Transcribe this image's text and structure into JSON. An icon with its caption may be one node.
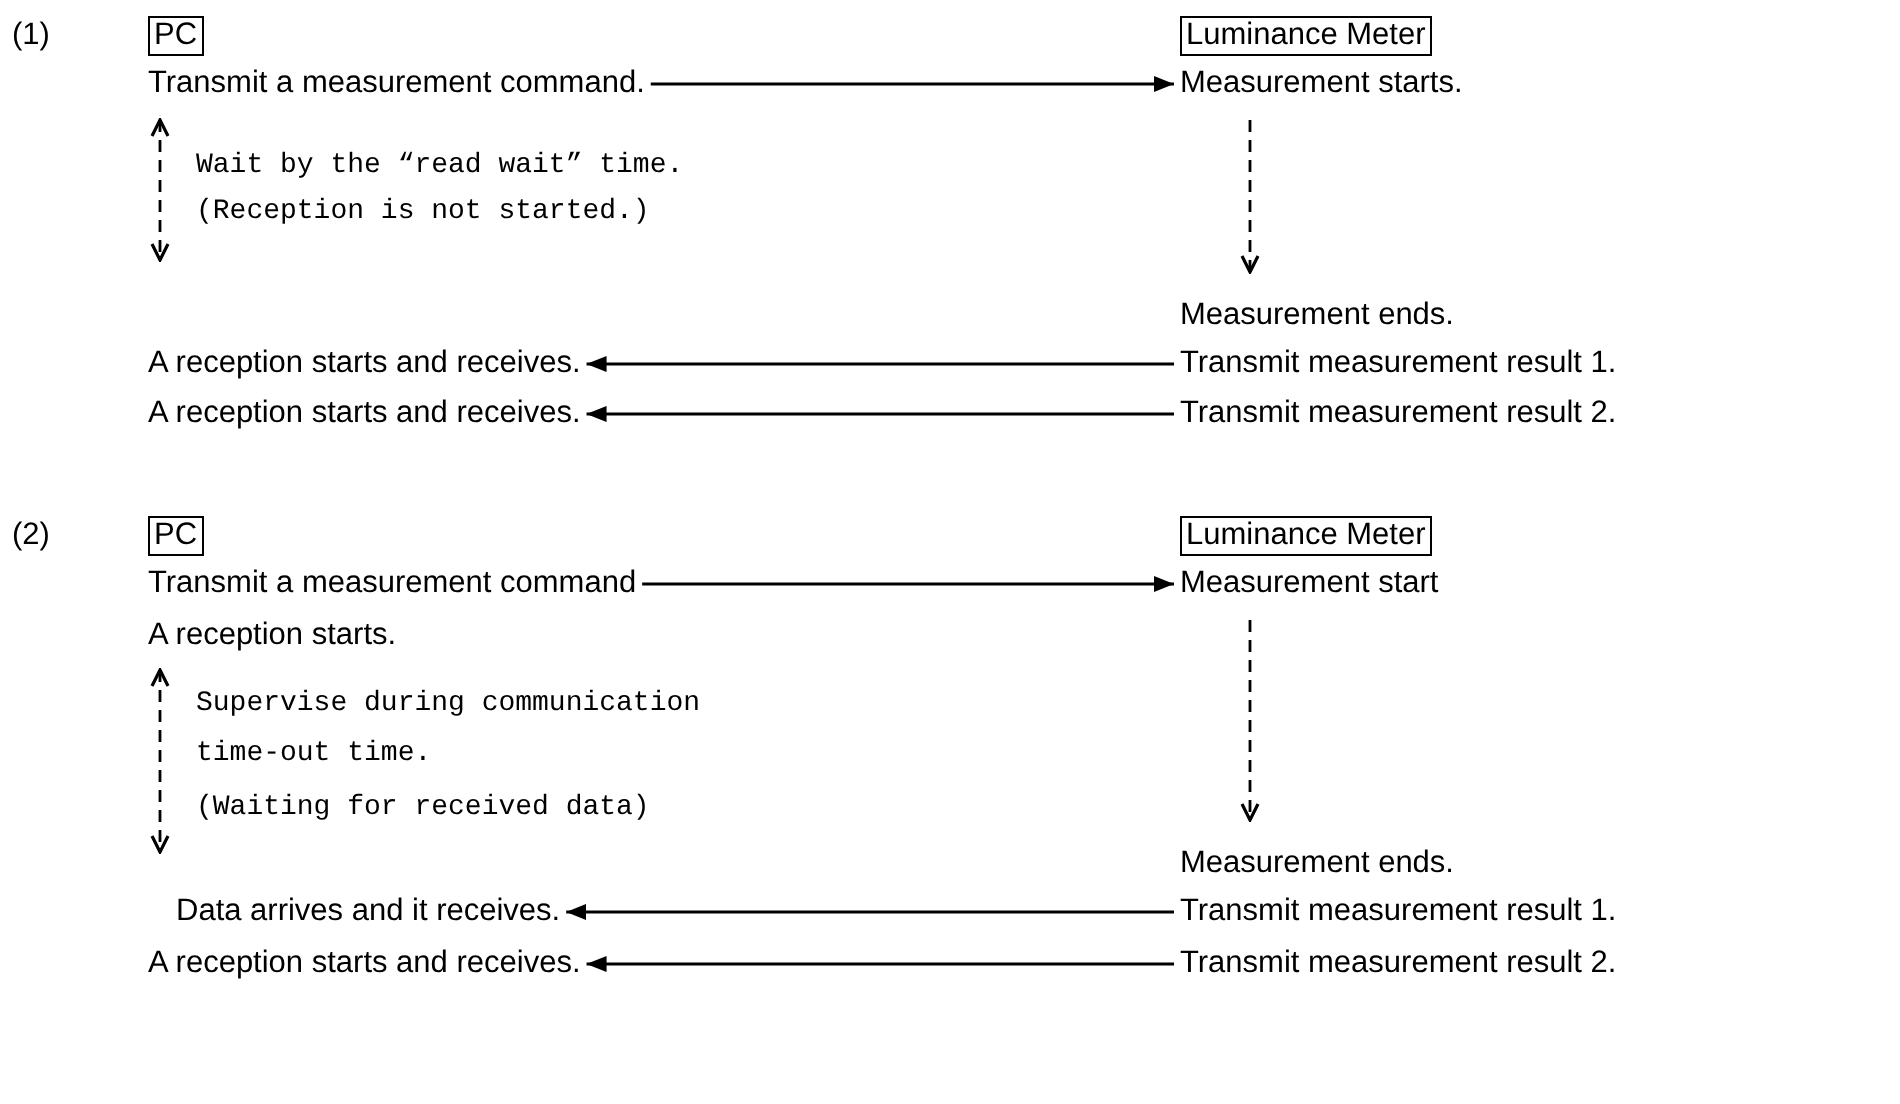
{
  "diagram": {
    "nodes": [
      {
        "text": [
          "PC"
        ]
      },
      {
        "text": [
          "Transmit a measurement command."
        ]
      },
      {
        "text": [
          "A reception starts and receives."
        ]
      },
      {
        "text": [
          "A reception starts and receives."
        ]
      },
      {
        "text": [
          "Luminance Meter"
        ]
      },
      {
        "text": [
          "Measurement starts."
        ]
      },
      {
        "text": [
          "Measurement ends."
        ]
      },
      {
        "text": [
          "Transmit measurement result 1."
        ]
      },
      {
        "text": [
          "Transmit measurement result 2."
        ]
      },
      {
        "text": [
          "PC"
        ]
      },
      {
        "text": [
          "Transmit a measurement command"
        ]
      },
      {
        "text": [
          "A reception starts."
        ]
      },
      {
        "text": [
          "Data arrives and it receives."
        ]
      },
      {
        "text": [
          "A reception starts and receives."
        ]
      },
      {
        "text": [
          "Luminance Meter"
        ]
      },
      {
        "text": [
          "Measurement start"
        ]
      },
      {
        "text": [
          "Measurement ends."
        ]
      },
      {
        "text": [
          "Transmit measurement result 1."
        ]
      },
      {
        "text": [
          "Transmit measurement result 2."
        ]
      }
    ],
    "edges": [
      {
        "from": 1,
        "to": 5,
        "arrow": "to"
      },
      {
        "from": 1,
        "to": 2,
        "arrow": "both",
        "style": "dashed",
        "label": "Wait by the “read wait” time."
      },
      {
        "from": 5,
        "to": 6,
        "arrow": "to",
        "style": "dashed"
      },
      {
        "from": 7,
        "to": 2,
        "arrow": "to"
      },
      {
        "from": 8,
        "to": 3,
        "arrow": "to"
      },
      {
        "from": 10,
        "to": 15,
        "arrow": "to"
      },
      {
        "from": 11,
        "to": 12,
        "arrow": "both",
        "style": "dashed",
        "label": "Supervise during communication time-out time."
      },
      {
        "from": 15,
        "to": 16,
        "arrow": "to",
        "style": "dashed"
      },
      {
        "from": 17,
        "to": 12,
        "arrow": "to"
      },
      {
        "from": 18,
        "to": 13,
        "arrow": "to"
      }
    ],
    "labels": [
      "(1)",
      "(Reception is not started.)",
      "(2)",
      "(Waiting for received data)"
    ]
  }
}
